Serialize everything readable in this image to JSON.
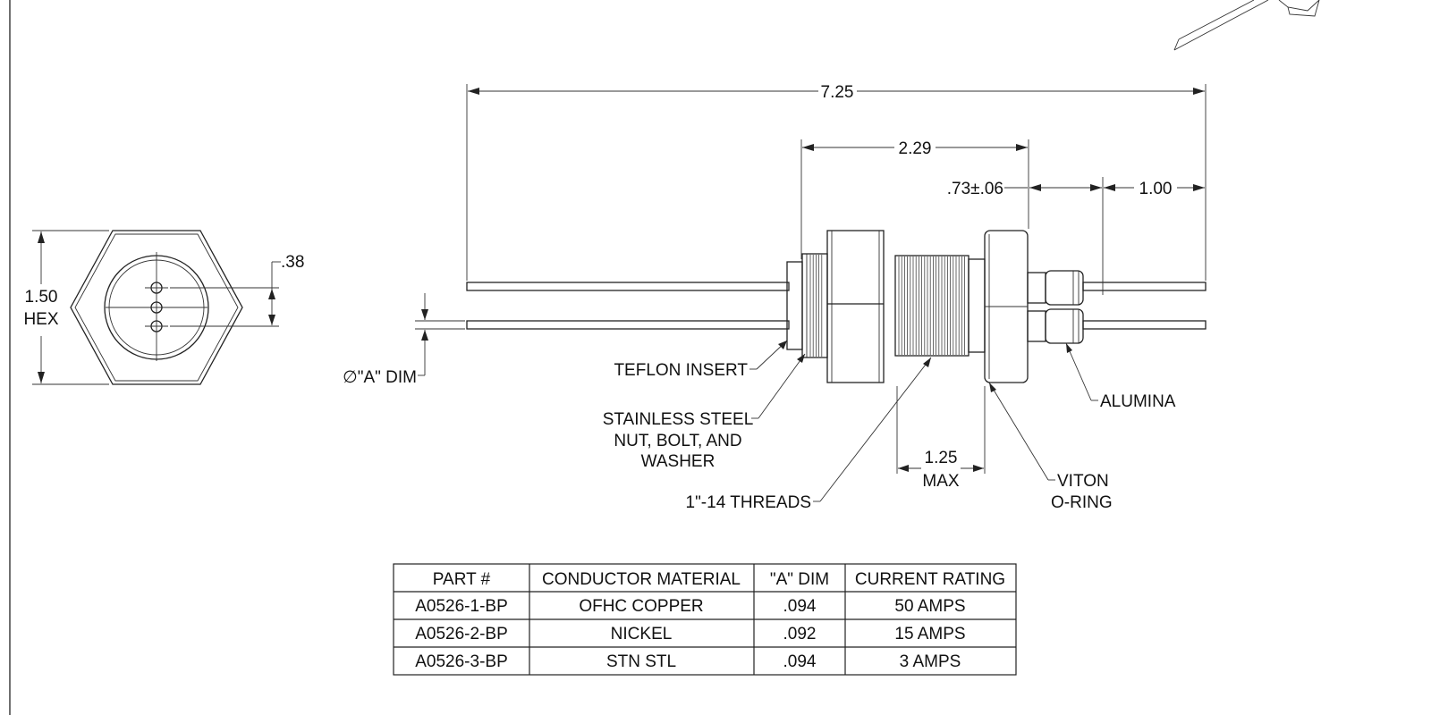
{
  "dimensions": {
    "overall_length": "7.25",
    "body_length": "2.29",
    "offset_tol": ".73±.06",
    "pin_length": "1.00",
    "pin_spacing": ".38",
    "hex_size": "1.50",
    "hex_label": "HEX",
    "thread_max_value": "1.25",
    "thread_max_label": "MAX"
  },
  "labels": {
    "a_dim_symbol": "∅",
    "a_dim": "\"A\" DIM",
    "teflon": "TEFLON INSERT",
    "steel_line1": "STAINLESS STEEL",
    "steel_line2": "NUT, BOLT, AND",
    "steel_line3": "WASHER",
    "threads": "1\"-14 THREADS",
    "alumina": "ALUMINA",
    "viton_line1": "VITON",
    "viton_line2": "O-RING"
  },
  "table": {
    "headers": [
      "PART #",
      "CONDUCTOR MATERIAL",
      "\"A\" DIM",
      "CURRENT RATING"
    ],
    "rows": [
      [
        "A0526-1-BP",
        "OFHC COPPER",
        ".094",
        "50 AMPS"
      ],
      [
        "A0526-2-BP",
        "NICKEL",
        ".092",
        "15 AMPS"
      ],
      [
        "A0526-3-BP",
        "STN STL",
        ".094",
        "3 AMPS"
      ]
    ]
  }
}
